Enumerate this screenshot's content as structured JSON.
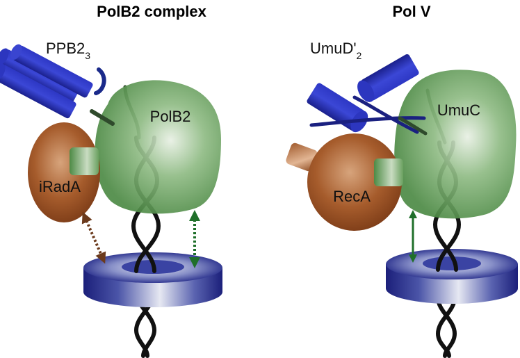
{
  "left_panel": {
    "title": "PolB2 complex",
    "ppb2": {
      "label": "PPB2",
      "subscript": "3"
    },
    "polb2": "PolB2",
    "iradA": "iRadA"
  },
  "right_panel": {
    "title": "Pol V",
    "umud": {
      "label": "UmuD'",
      "subscript": "2"
    },
    "umuc": "UmuC",
    "recA": "RecA"
  },
  "colors": {
    "clamp": "#1a1f8c",
    "polymerase": "#5f9a53",
    "recA_family": "#a0552a",
    "helper": "#1f2ab0",
    "dna": "#111111",
    "arrow_polymerase": "#1f6f2a",
    "arrow_recA": "#6b3a1c"
  },
  "icons": [
    "dna-helix",
    "sliding-clamp",
    "coiled-coil-trimer",
    "dimer-helices"
  ]
}
